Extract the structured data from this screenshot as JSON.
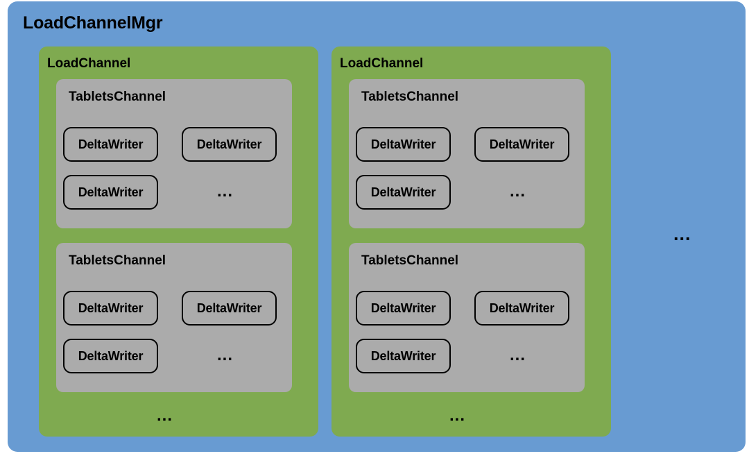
{
  "diagram": {
    "title": "LoadChannelMgr",
    "colors": {
      "manager_fill": "#689BD2",
      "load_channel_fill": "#7FAA50",
      "tablets_channel_fill": "#ABABAB",
      "outline": "#000000",
      "text": "#000000"
    },
    "ellipsis_glyph": "...",
    "manager": {
      "label": "LoadChannelMgr",
      "more_indicator": "...",
      "load_channels": [
        {
          "label": "LoadChannel",
          "more_indicator": "...",
          "tablets_channels": [
            {
              "label": "TabletsChannel",
              "more_indicator": "...",
              "delta_writers": [
                {
                  "label": "DeltaWriter"
                },
                {
                  "label": "DeltaWriter"
                },
                {
                  "label": "DeltaWriter"
                }
              ]
            },
            {
              "label": "TabletsChannel",
              "more_indicator": "...",
              "delta_writers": [
                {
                  "label": "DeltaWriter"
                },
                {
                  "label": "DeltaWriter"
                },
                {
                  "label": "DeltaWriter"
                }
              ]
            }
          ]
        },
        {
          "label": "LoadChannel",
          "more_indicator": "...",
          "tablets_channels": [
            {
              "label": "TabletsChannel",
              "more_indicator": "...",
              "delta_writers": [
                {
                  "label": "DeltaWriter"
                },
                {
                  "label": "DeltaWriter"
                },
                {
                  "label": "DeltaWriter"
                }
              ]
            },
            {
              "label": "TabletsChannel",
              "more_indicator": "...",
              "delta_writers": [
                {
                  "label": "DeltaWriter"
                },
                {
                  "label": "DeltaWriter"
                },
                {
                  "label": "DeltaWriter"
                }
              ]
            }
          ]
        }
      ]
    }
  }
}
